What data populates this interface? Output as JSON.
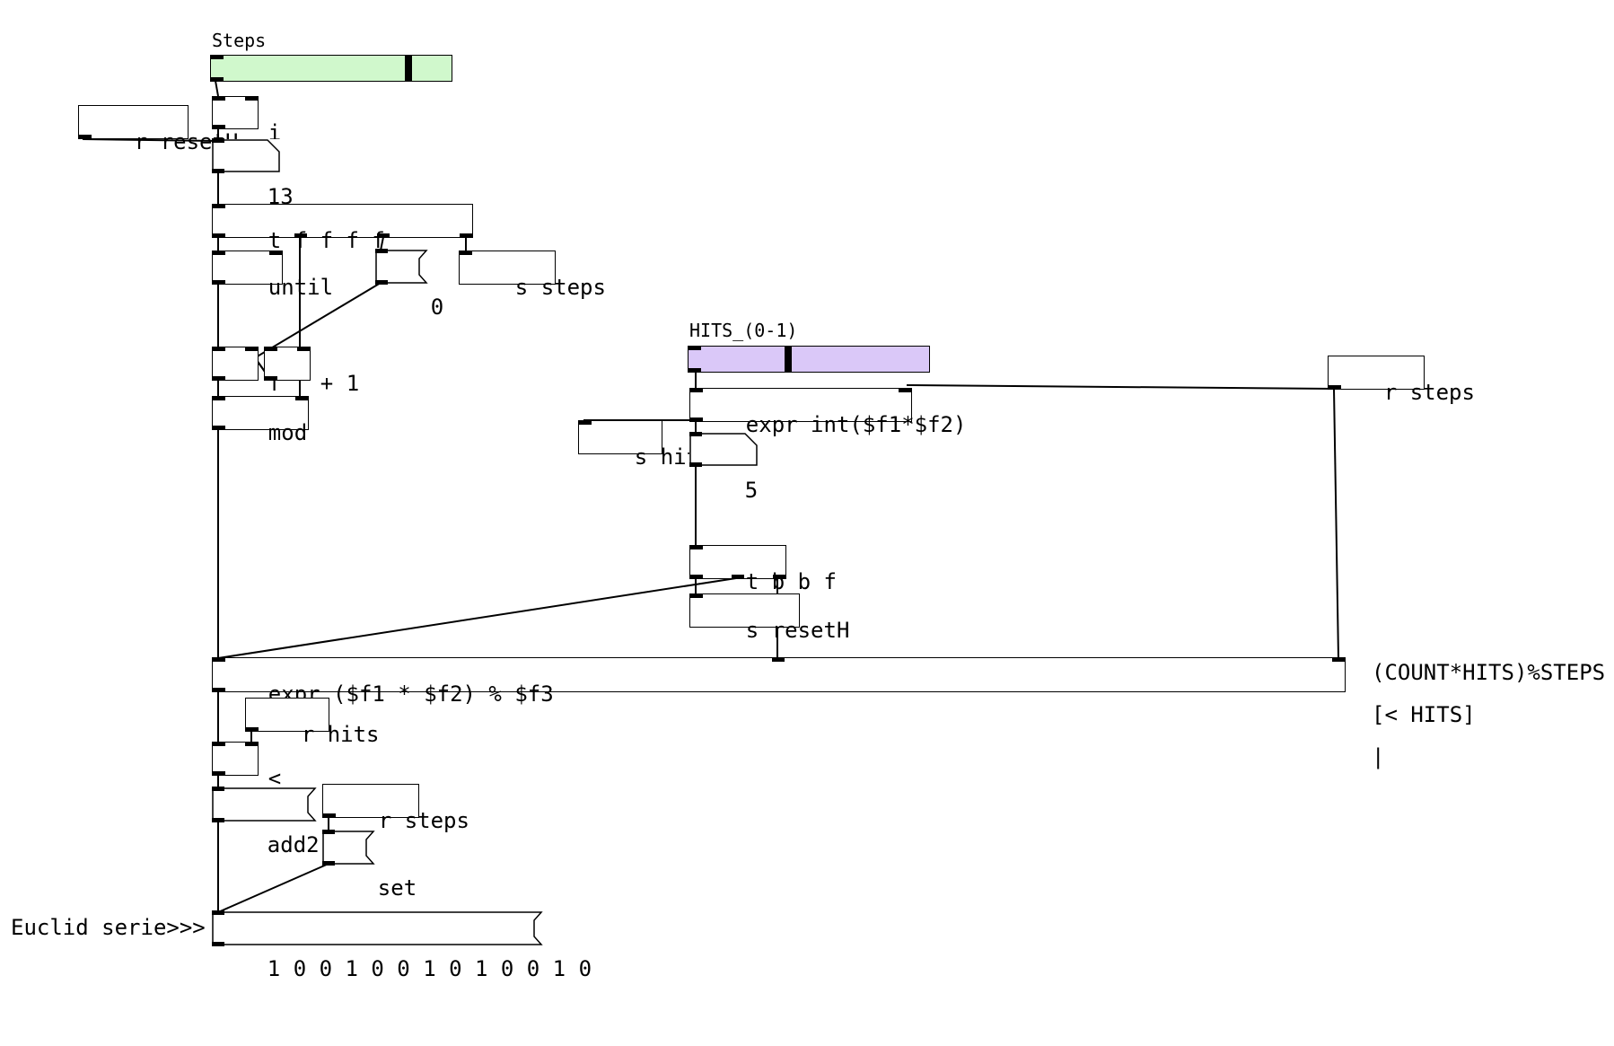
{
  "sliders": {
    "steps": {
      "label": "Steps",
      "value_fraction": 0.83,
      "color": "#d0f8cc"
    },
    "hits": {
      "label": "HITS_(0-1)",
      "value_fraction": 0.41,
      "color": "#dac8f8"
    }
  },
  "objects": {
    "i": "i",
    "r_resetH": "r resetH",
    "t_ffff": "t f f f f",
    "until": "until",
    "s_steps": "s steps",
    "f": "f",
    "plus1": "+ 1",
    "mod": "mod",
    "expr_hits": "expr int($f1*$f2)",
    "r_steps_right": "r steps",
    "s_hits": "s hits",
    "t_bbf": "t b b f",
    "s_resetH": "s resetH",
    "expr_main": "expr ($f1 * $f2) % $f3",
    "r_hits": "r hits",
    "lt": "<",
    "r_steps_bottom": "r steps"
  },
  "numbers": {
    "steps_count": "13",
    "zero_msg": "0",
    "hits_count": "5"
  },
  "messages": {
    "add2": "add2 $1",
    "set": "set",
    "serie": "1 0 0 1 0 0 1 0 1 0 0 1 0"
  },
  "comments": {
    "formula": "(COUNT*HITS)%STEPS",
    "lt_hits": "[< HITS]",
    "bar": "|",
    "euclid": "Euclid serie>>>"
  },
  "colors": {
    "ink": "#000000",
    "background": "#ffffff"
  }
}
